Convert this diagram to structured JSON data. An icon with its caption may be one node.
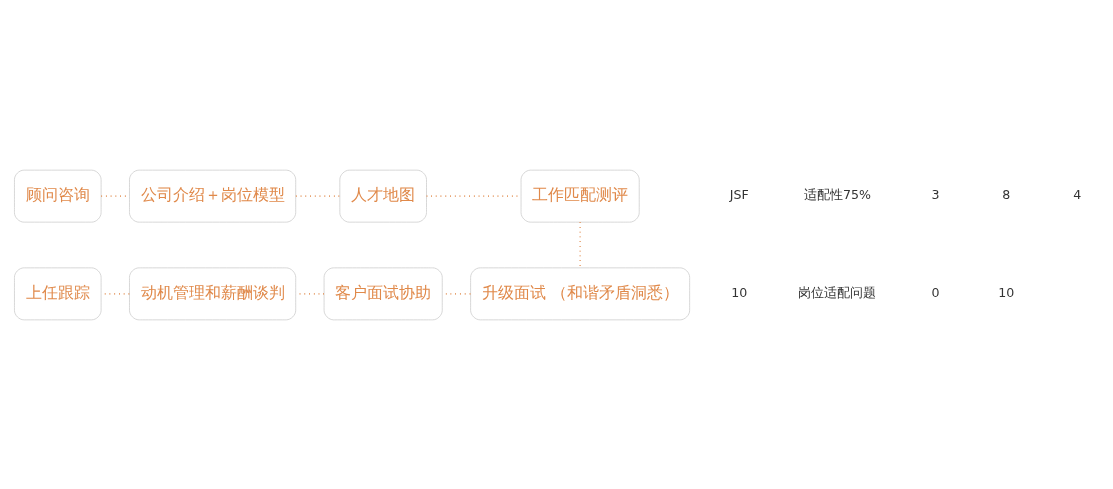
{
  "diagram": {
    "nodes": [
      {
        "text": [
          "顾问咨询"
        ]
      },
      {
        "text": [
          "公司介绍＋岗位模型"
        ]
      },
      {
        "text": [
          "人才地图"
        ]
      },
      {
        "text": [
          "工作匹配测评"
        ]
      },
      {
        "text": [
          "升级面试 （和谐矛盾洞悉）"
        ]
      },
      {
        "text": [
          "客户面试协助"
        ]
      },
      {
        "text": [
          "动机管理和薪酬谈判"
        ]
      },
      {
        "text": [
          "上任跟踪"
        ]
      }
    ],
    "edges": [
      {
        "from": 0,
        "to": 1,
        "arrow": "none"
      },
      {
        "from": 1,
        "to": 2,
        "arrow": "none"
      },
      {
        "from": 2,
        "to": 3,
        "arrow": "none"
      },
      {
        "from": 3,
        "to": 4,
        "arrow": "none"
      },
      {
        "from": 4,
        "to": 5,
        "arrow": "none"
      },
      {
        "from": 5,
        "to": 6,
        "arrow": "none"
      },
      {
        "from": 6,
        "to": 7,
        "arrow": "none"
      }
    ],
    "labels": [
      "JSF",
      "适配性75%",
      "3",
      "8",
      "4",
      "10",
      "岗位适配问题",
      "0",
      "10"
    ]
  }
}
